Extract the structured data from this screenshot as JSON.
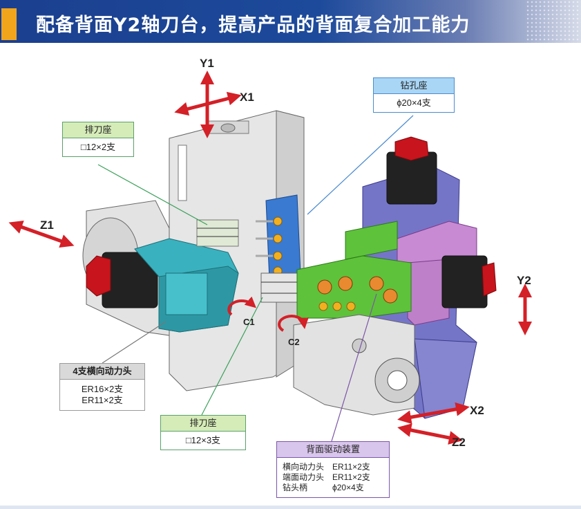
{
  "banner": {
    "title": "配备背面Y2轴刀台，提高产品的背面复合加工能力"
  },
  "axes": {
    "y1": "Y1",
    "x1": "X1",
    "z1": "Z1",
    "y2": "Y2",
    "x2": "X2",
    "z2": "Z2",
    "c1": "C1",
    "c2": "C2"
  },
  "callouts": {
    "drill": {
      "title": "钻孔座",
      "spec": "ϕ20×4支"
    },
    "tool1": {
      "title": "排刀座",
      "spec": "□12×2支"
    },
    "tool2": {
      "title": "排刀座",
      "spec": "□12×3支"
    },
    "head": {
      "title": "4支横向动力头",
      "spec1": "ER16×2支",
      "spec2": "ER11×2支"
    },
    "back": {
      "title": "背面驱动装置",
      "rows": [
        {
          "k": "横向动力头",
          "v": "ER11×2支"
        },
        {
          "k": "端面动力头",
          "v": "ER11×2支"
        },
        {
          "k": "钻头柄",
          "v": "ϕ20×4支"
        }
      ]
    }
  },
  "colors": {
    "banner": "#1d4a9b",
    "accent": "#f0a51c",
    "arrow": "#d42027",
    "teal": "#38a8b4",
    "green": "#5ec23a",
    "violet": "#7a7ad0",
    "pink": "#c688d0",
    "blue": "#3a7ad0"
  }
}
